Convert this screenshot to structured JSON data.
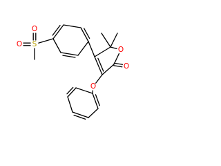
{
  "molecule": {
    "colors": {
      "bond": "#000000",
      "oxygen": "#ff0000",
      "sulfur": "#b8a000",
      "carbon": "#000000"
    },
    "atoms": [
      {
        "id": "S",
        "symbol": "S",
        "element": "sulfur"
      },
      {
        "id": "O_s_top",
        "symbol": "O",
        "element": "oxygen"
      },
      {
        "id": "O_s_left",
        "symbol": "O",
        "element": "oxygen"
      },
      {
        "id": "O_ring",
        "symbol": "O",
        "element": "oxygen"
      },
      {
        "id": "O_carbonyl",
        "symbol": "O",
        "element": "oxygen"
      },
      {
        "id": "O_phenoxy",
        "symbol": "O",
        "element": "oxygen"
      }
    ]
  }
}
